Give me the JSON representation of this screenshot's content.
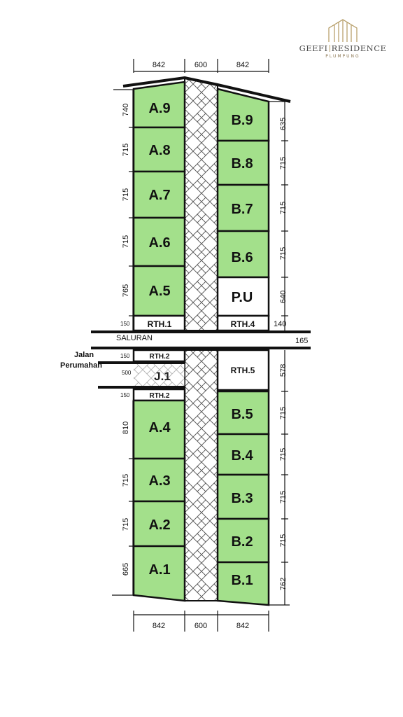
{
  "brand": {
    "name_left": "GEEFI",
    "name_right": "RESIDENCE",
    "subtitle": "PLUMPUNG",
    "logo_icon": "building-columns-icon",
    "accent_color": "#b39a62"
  },
  "colors": {
    "lot_fill": "#a3e08b",
    "outline": "#111111",
    "path_fill": "#ffffff"
  },
  "dimensions": {
    "top_widths": [
      "842",
      "600",
      "842"
    ],
    "bottom_widths": [
      "842",
      "600",
      "842"
    ],
    "left_upper": [
      "740",
      "715",
      "715",
      "715",
      "765",
      "150"
    ],
    "right_upper": [
      "635",
      "715",
      "715",
      "715",
      "640",
      "140"
    ],
    "saluran": "165",
    "left_mid": [
      "150",
      "500",
      "150"
    ],
    "right_mid": [
      "578"
    ],
    "left_lower": [
      "810",
      "715",
      "715",
      "665"
    ],
    "right_lower": [
      "715",
      "715",
      "715",
      "715",
      "762"
    ]
  },
  "labels": {
    "saluran": "SALURAN",
    "jalan_line1": "Jalan",
    "jalan_line2": "Perumahan",
    "j1": "J.1"
  },
  "lots": {
    "a_upper": [
      "A.9",
      "A.8",
      "A.7",
      "A.6",
      "A.5"
    ],
    "b_upper": [
      "B.9",
      "B.8",
      "B.7",
      "B.6"
    ],
    "pu": "P.U",
    "rth1": "RTH.1",
    "rth4": "RTH.4",
    "rth2_top": "RTH.2",
    "rth2_bottom": "RTH.2",
    "rth5": "RTH.5",
    "a_lower": [
      "A.4",
      "A.3",
      "A.2",
      "A.1"
    ],
    "b_lower": [
      "B.5",
      "B.4",
      "B.3",
      "B.2",
      "B.1"
    ]
  }
}
